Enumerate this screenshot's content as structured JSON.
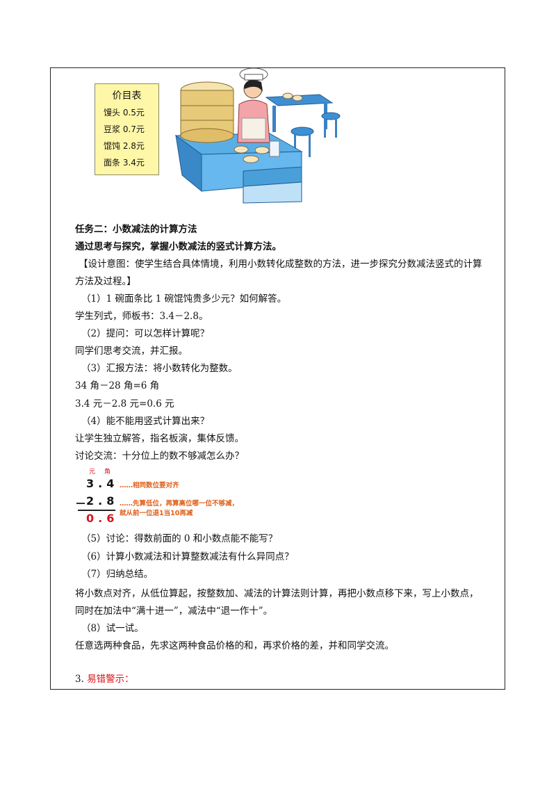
{
  "price_table": {
    "title": "价目表",
    "items": [
      "馒头 0.5元",
      "豆浆 0.7元",
      "馄饨 2.8元",
      "面条 3.4元"
    ]
  },
  "text": {
    "task_title": "任务二：小数减法的计算方法",
    "task_goal": "通过思考与探究，掌握小数减法的竖式计算方法。",
    "intent_line1": "【设计意图：使学生结合具体情境，利用小数转化成整数的方法，进一步探究分数减法竖式的计算",
    "intent_line2": "方法及过程。】",
    "q1": "（1）1 碗面条比 1 碗馄饨贵多少元？如何解答。",
    "q1_answer": "学生列式，师板书：3.4－2.8。",
    "q2": "（2）提问：可以怎样计算呢？",
    "q2_answer": "同学们思考交流，并汇报。",
    "q3": "（3）汇报方法：将小数转化为整数。",
    "eq1": "34 角－28 角=6 角",
    "eq2": "3.4 元－2.8 元=0.6 元",
    "q4": "（4）能不能用竖式计算出来？",
    "q4_answer": "让学生独立解答，指名板演，集体反馈。",
    "discuss": "讨论交流：十分位上的数不够减怎么办？",
    "q5": "（5）讨论：得数前面的 0 和小数点能不能写？",
    "q6": "（6）计算小数减法和计算整数减法有什么异同点？",
    "q7": "（7）归纳总结。",
    "summary_line1": "将小数点对齐，从低位算起，按整数加、减法的计算法则计算，再把小数点移下来，写上小数点，",
    "summary_line2": "同时在加法中“满十进一”，减法中“退一作十”。",
    "q8": "（8）试一试。",
    "q8_answer": "任意选两种食品，先求这两种食品价格的和，再求价格的差，并和同学交流。",
    "warn_num": "3.",
    "warn_label": "易错警示："
  },
  "calc": {
    "unit_yuan": "元",
    "unit_jiao": "角",
    "top": "3.4",
    "minus": "－",
    "middle": "2.8",
    "result": "0.6",
    "note1": "……相同数位要对齐",
    "note2_line1": "……先算低位，再算高位哪一位不够减，",
    "note2_line2": "就从前一位退1当10再减"
  },
  "colors": {
    "accent_red": "#d8141b",
    "note_orange": "#e0601a",
    "price_card_bg": "#fff7a8",
    "counter_blue": "#4a9fd8"
  }
}
